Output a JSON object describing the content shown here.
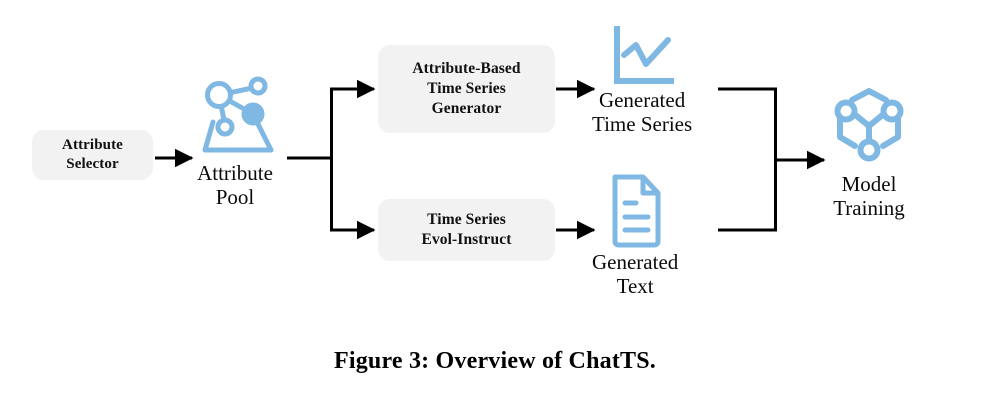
{
  "figure": {
    "caption": "Figure 3: Overview of ChatTS.",
    "background_color": "#ffffff",
    "accent_color": "#7fb8e2",
    "box_fill_color": "#f2f2f2",
    "line_color": "#000000"
  },
  "boxes": [
    {
      "id": "attribute-selector",
      "lines": [
        "Attribute",
        "Selector"
      ]
    },
    {
      "id": "attribute-based-time-series-generator",
      "lines": [
        "Attribute-Based",
        "Time Series",
        "Generator"
      ]
    },
    {
      "id": "time-series-evol-instruct",
      "lines": [
        "Time Series",
        "Evol-Instruct"
      ]
    }
  ],
  "nodes": [
    {
      "id": "attribute-pool",
      "icon": "graph-nodes-pool-icon",
      "lines": [
        "Attribute",
        "Pool"
      ]
    },
    {
      "id": "generated-time-series",
      "icon": "line-chart-icon",
      "lines": [
        "Generated",
        "Time Series"
      ]
    },
    {
      "id": "generated-text",
      "icon": "document-icon",
      "lines": [
        "Generated",
        "Text"
      ]
    },
    {
      "id": "model-training",
      "icon": "hexagon-network-icon",
      "lines": [
        "Model",
        "Training"
      ]
    }
  ],
  "connectors": [
    {
      "id": "selector-to-pool",
      "kind": "arrow"
    },
    {
      "id": "pool-to-split",
      "kind": "line"
    },
    {
      "id": "split-to-generator",
      "kind": "arrow"
    },
    {
      "id": "split-to-evol-instruct",
      "kind": "arrow"
    },
    {
      "id": "generator-to-generated-time-series",
      "kind": "arrow"
    },
    {
      "id": "evol-instruct-to-generated-text",
      "kind": "arrow"
    },
    {
      "id": "generated-time-series-to-merge",
      "kind": "line"
    },
    {
      "id": "generated-text-to-merge",
      "kind": "line"
    },
    {
      "id": "merge-to-model-training",
      "kind": "arrow"
    }
  ]
}
